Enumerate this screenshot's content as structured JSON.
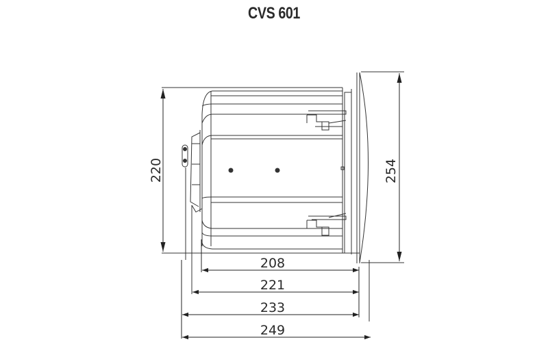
{
  "title": "CVS 601",
  "dimensions": {
    "height_body": "220",
    "height_overall": "254",
    "width_208": "208",
    "width_221": "221",
    "width_233": "233",
    "width_249": "249"
  },
  "colors": {
    "line": "#333333",
    "text": "#2a2a2a",
    "background": "#ffffff"
  }
}
